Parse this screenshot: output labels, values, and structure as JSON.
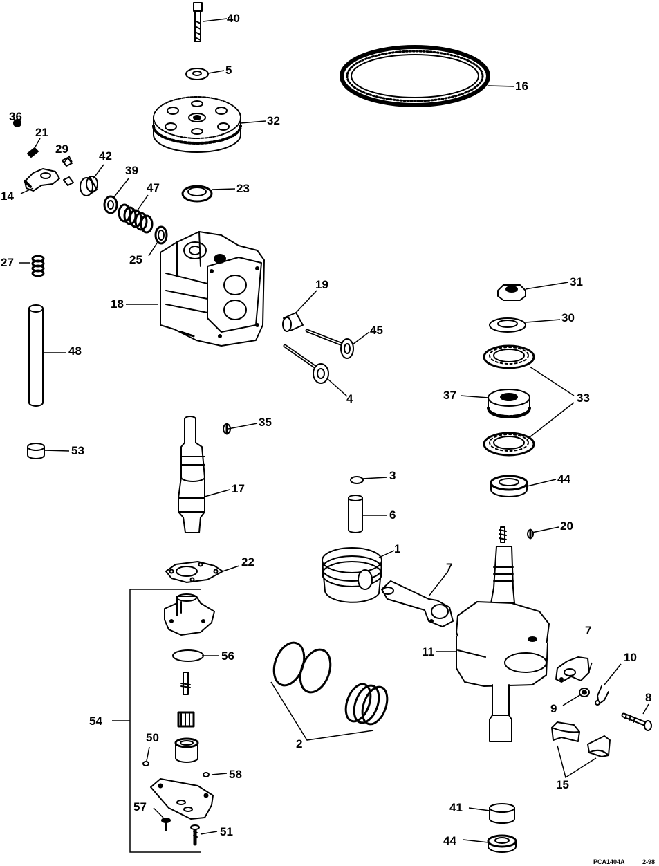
{
  "diagram": {
    "labels": [
      "40",
      "5",
      "16",
      "32",
      "36",
      "21",
      "29",
      "42",
      "39",
      "47",
      "14",
      "23",
      "25",
      "27",
      "18",
      "19",
      "45",
      "4",
      "31",
      "30",
      "33",
      "37",
      "48",
      "35",
      "53",
      "17",
      "3",
      "6",
      "44",
      "20",
      "1",
      "7",
      "22",
      "56",
      "11",
      "10",
      "54",
      "50",
      "58",
      "9",
      "8",
      "2",
      "15",
      "57",
      "51",
      "41"
    ],
    "footer": {
      "code": "PCA1404A",
      "date": "2-98"
    }
  }
}
